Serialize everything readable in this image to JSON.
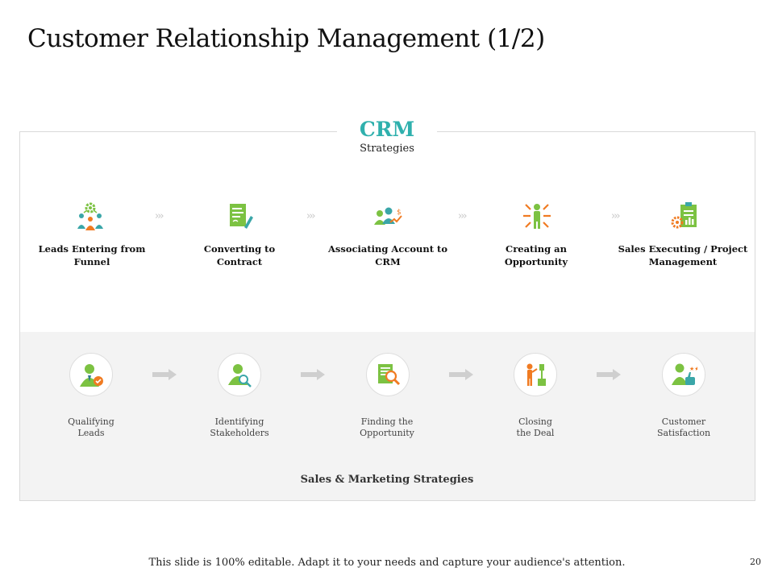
{
  "slide": {
    "title": "Customer Relationship Management (1/2)",
    "footer": "This slide is 100% editable. Adapt it to your needs and capture your audience's attention.",
    "page_number": "20"
  },
  "crm": {
    "title": "CRM",
    "subtitle": "Strategies",
    "separator": "›››",
    "steps": [
      {
        "line1": "Leads Entering from",
        "line2": "Funnel",
        "icon": "leads-funnel-icon"
      },
      {
        "line1": "Converting to",
        "line2": "Contract",
        "icon": "contract-icon"
      },
      {
        "line1": "Associating Account to",
        "line2": "CRM",
        "icon": "account-association-icon"
      },
      {
        "line1": "Creating an",
        "line2": "Opportunity",
        "icon": "opportunity-icon"
      },
      {
        "line1": "Sales Executing / Project",
        "line2": "Management",
        "icon": "project-management-icon"
      }
    ]
  },
  "sales_marketing": {
    "title": "Sales & Marketing Strategies",
    "stages": [
      {
        "line1": "Qualifying",
        "line2": "Leads",
        "icon": "qualified-lead-icon"
      },
      {
        "line1": "Identifying",
        "line2": "Stakeholders",
        "icon": "stakeholder-search-icon"
      },
      {
        "line1": "Finding the",
        "line2": "Opportunity",
        "icon": "document-search-icon"
      },
      {
        "line1": "Closing",
        "line2": "the Deal",
        "icon": "presentation-icon"
      },
      {
        "line1": "Customer",
        "line2": "Satisfaction",
        "icon": "satisfaction-thumbs-up-icon"
      }
    ]
  },
  "colors": {
    "accent_teal": "#2fb0ad",
    "icon_green": "#7cc242",
    "icon_orange": "#f07b22",
    "icon_teal": "#3aa6a8",
    "panel_gray": "#f3f3f3"
  }
}
